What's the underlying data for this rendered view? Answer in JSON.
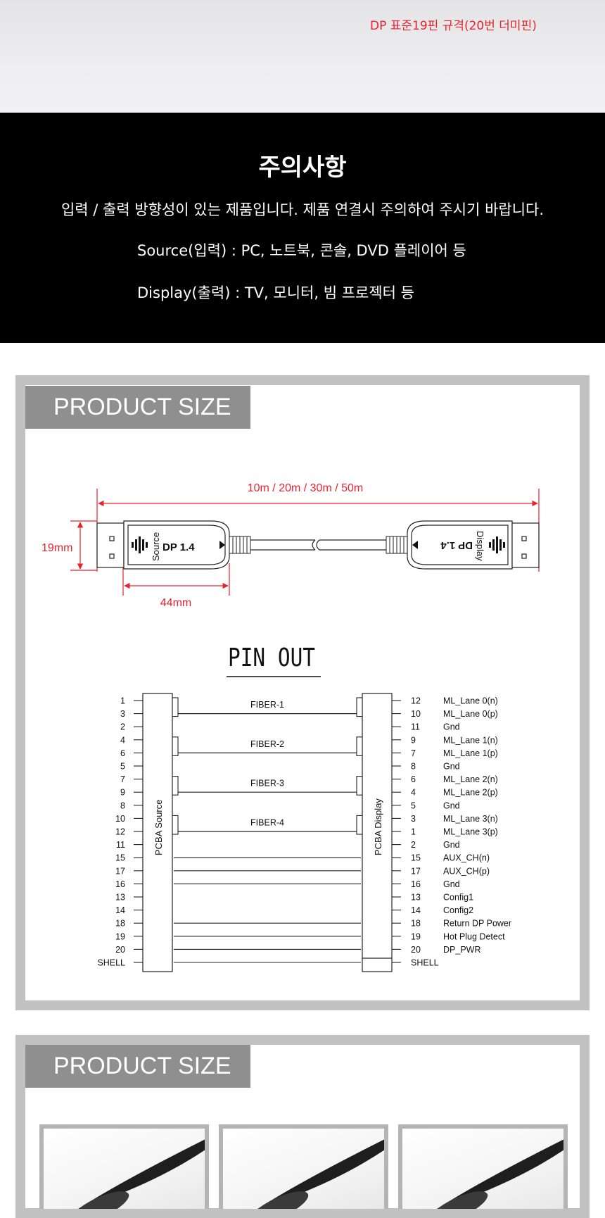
{
  "top_banner": {
    "spec_text": "DP 표준19핀 규격(20번 더미핀)"
  },
  "notice": {
    "title": "주의사항",
    "line1": "입력 / 출력 방향성이 있는 제품입니다. 제품 연결시 주의하여 주시기 바랍니다.",
    "source": "Source(입력) : PC, 노트북, 콘솔, DVD 플레이어 등",
    "display": "Display(출력) : TV, 모니터, 빔 프로젝터 등"
  },
  "product_size_1": {
    "tab_label": "PRODUCT SIZE",
    "length_label": "10m / 20m / 30m / 50m",
    "height_label": "19mm",
    "width_label": "44mm",
    "source_connector": {
      "brand": "DP 1.4",
      "side": "Source"
    },
    "display_connector": {
      "brand": "DP 1.4",
      "side": "Display"
    },
    "pin_out_title": "PIN OUT",
    "source_block_label": "PCBA Source",
    "display_block_label": "PCBA Display",
    "fibers": [
      "FIBER-1",
      "FIBER-2",
      "FIBER-3",
      "FIBER-4"
    ],
    "left_pins": [
      "1",
      "3",
      "2",
      "4",
      "6",
      "5",
      "7",
      "9",
      "8",
      "10",
      "12",
      "11",
      "15",
      "17",
      "16",
      "13",
      "14",
      "18",
      "19",
      "20",
      "SHELL"
    ],
    "right_pins": [
      "12",
      "10",
      "11",
      "9",
      "7",
      "8",
      "6",
      "4",
      "5",
      "3",
      "1",
      "2",
      "15",
      "17",
      "16",
      "13",
      "14",
      "18",
      "19",
      "20",
      "SHELL"
    ],
    "signals": [
      "ML_Lane 0(n)",
      "ML_Lane 0(p)",
      "Gnd",
      "ML_Lane 1(n)",
      "ML_Lane 1(p)",
      "Gnd",
      "ML_Lane 2(n)",
      "ML_Lane 2(p)",
      "Gnd",
      "ML_Lane 3(n)",
      "ML_Lane 3(p)",
      "Gnd",
      "AUX_CH(n)",
      "AUX_CH(p)",
      "Gnd",
      "Config1",
      "Config2",
      "Return DP Power",
      "Hot Plug Detect",
      "DP_PWR",
      ""
    ]
  },
  "product_size_2": {
    "tab_label": "PRODUCT SIZE"
  },
  "colors": {
    "dimension_red": "#e8232d",
    "tab_gray": "#8f8f8f",
    "frame_gray": "#c1c1c1"
  }
}
